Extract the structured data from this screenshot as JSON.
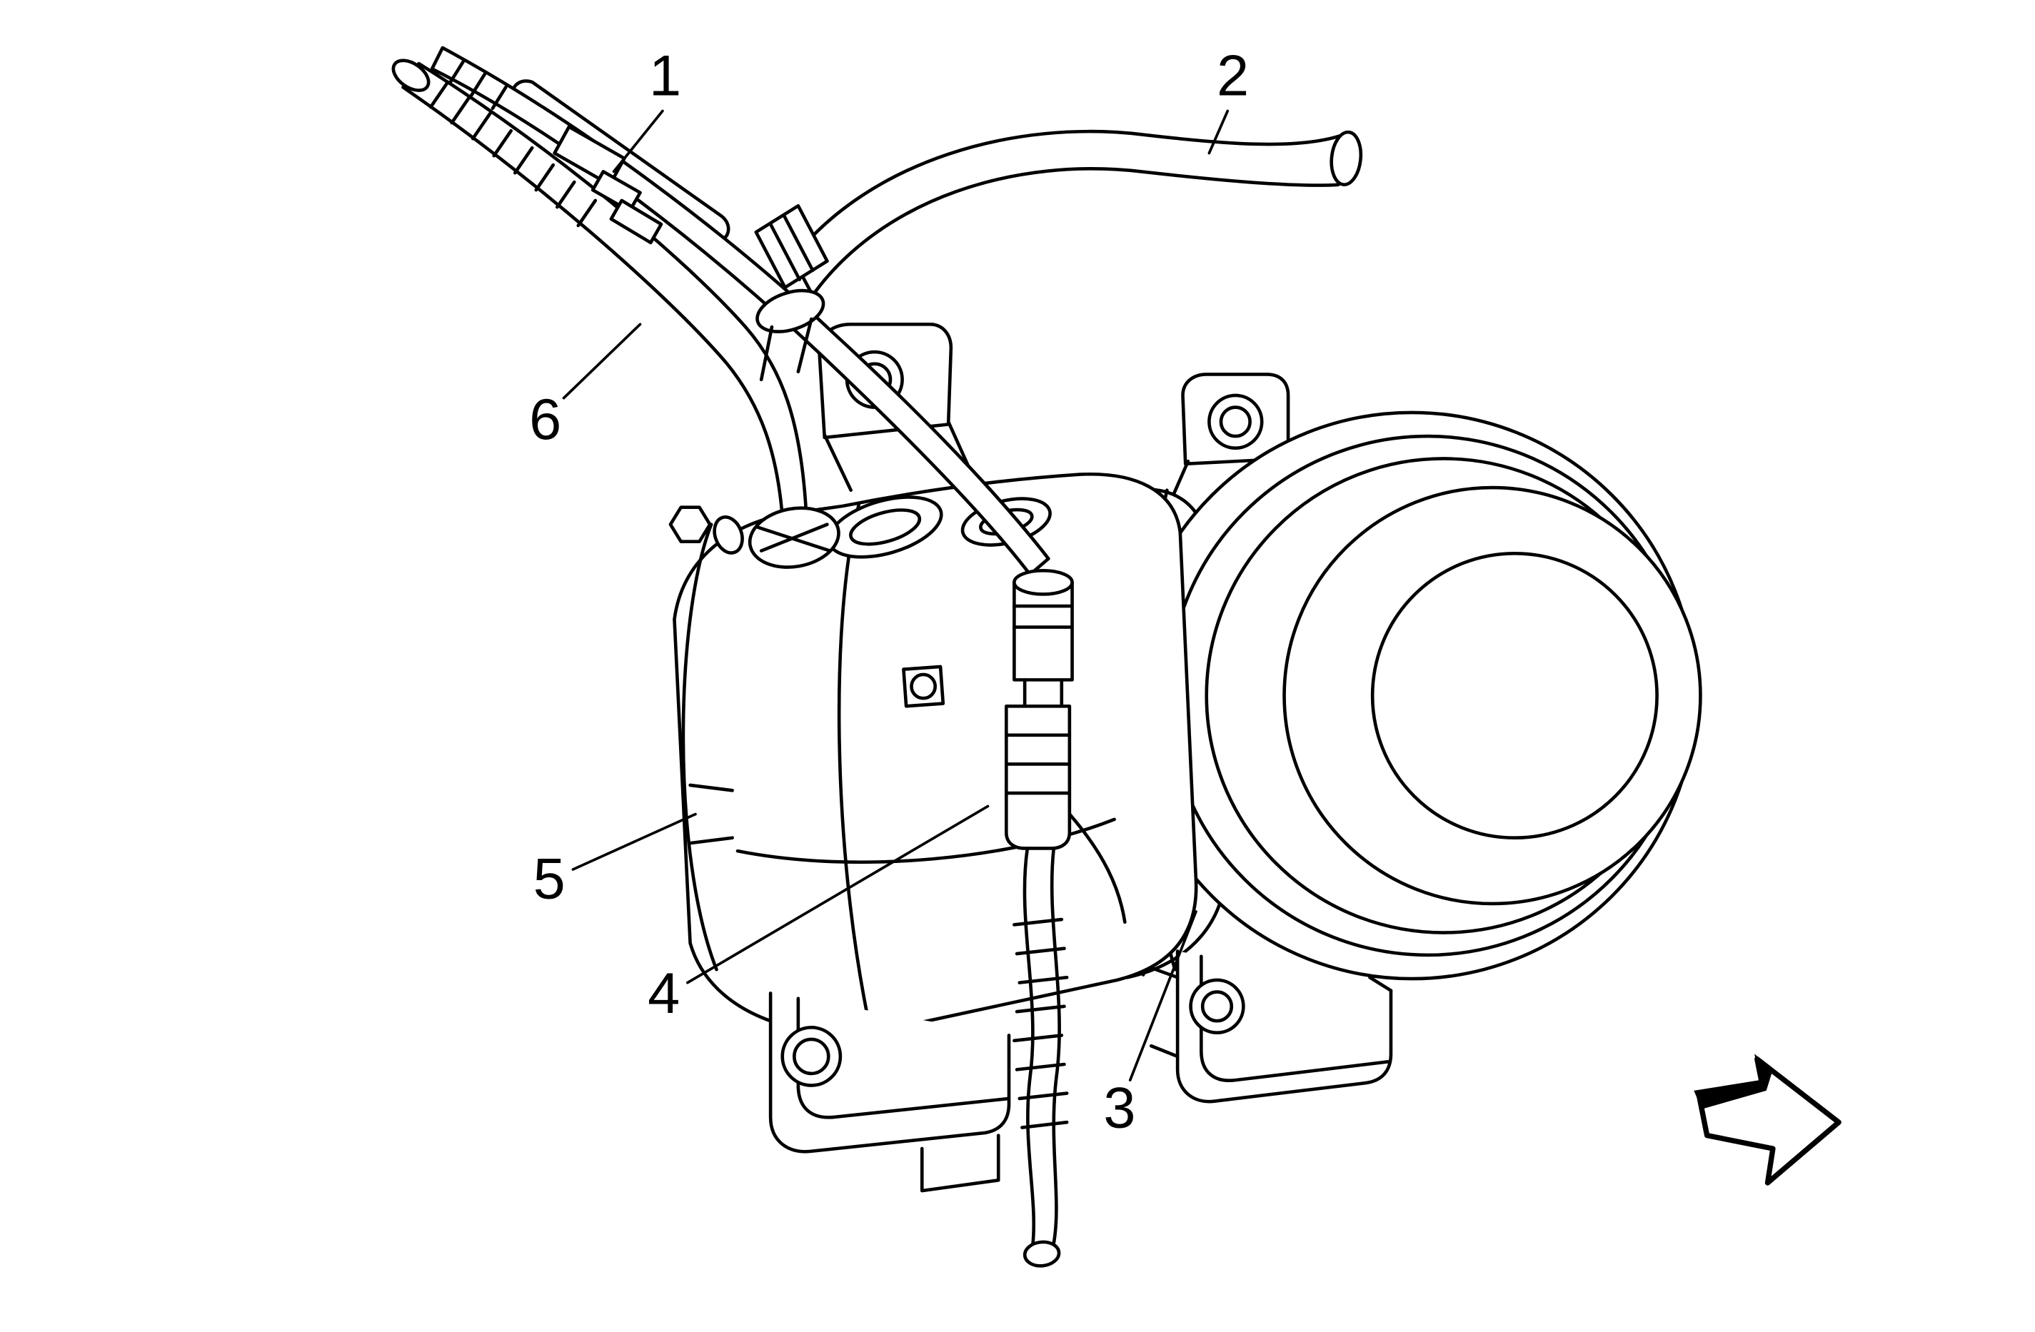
{
  "figure": {
    "background_color": "#ffffff",
    "line_color": "#000000",
    "callouts": [
      {
        "label": "1"
      },
      {
        "label": "2"
      },
      {
        "label": "3"
      },
      {
        "label": "4"
      },
      {
        "label": "5"
      },
      {
        "label": "6"
      }
    ],
    "icons": [
      {
        "name": "direction-arrow-icon"
      }
    ]
  }
}
